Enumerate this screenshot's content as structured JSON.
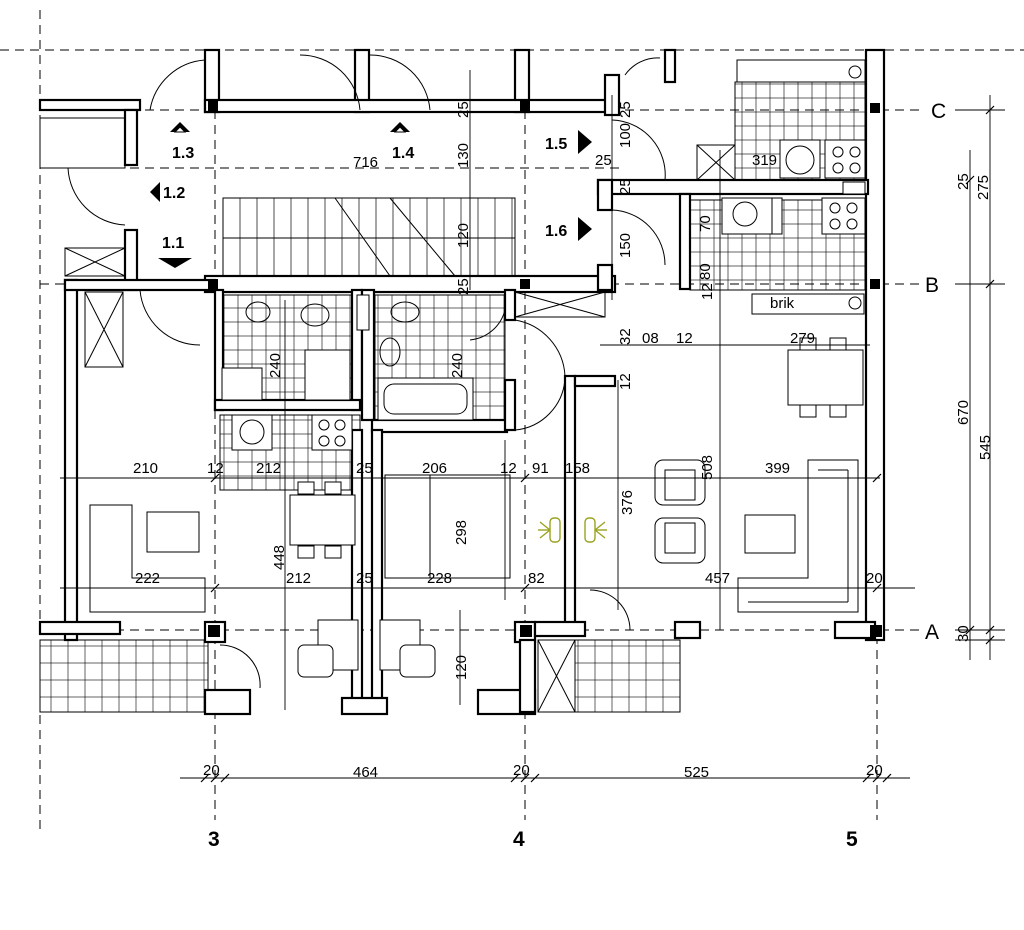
{
  "axes": {
    "rows": [
      "C",
      "B",
      "A"
    ],
    "cols": [
      "3",
      "4",
      "5"
    ]
  },
  "markers": [
    "1.1",
    "1.2",
    "1.3",
    "1.4",
    "1.5",
    "1.6"
  ],
  "dimensions": {
    "corridor_length": "716",
    "corridor_width": "130",
    "stair_width": "120",
    "d100": "100",
    "d150": "150",
    "d25a": "25",
    "d25b": "25",
    "d25c": "25",
    "d25d": "25",
    "d25e": "25",
    "d25f": "25",
    "d25g": "25",
    "d12a": "12",
    "d12b": "12",
    "d12c": "12",
    "d12d": "12",
    "d12e": "12",
    "d32": "32",
    "d08": "08",
    "d279": "279",
    "d70": "70",
    "d80": "80",
    "d319": "319",
    "d210": "210",
    "d212a": "212",
    "d206": "206",
    "d91": "91",
    "d158": "158",
    "d508": "508",
    "d399": "399",
    "d298": "298",
    "d376": "376",
    "d448": "448",
    "d222": "222",
    "d212b": "212",
    "d228": "228",
    "d82": "82",
    "d457": "457",
    "d20": "20",
    "d120": "120",
    "d240a": "240",
    "d240b": "240",
    "d464": "464",
    "d525": "525",
    "d20a": "20",
    "d20b": "20",
    "d20c": "20",
    "d670": "670",
    "d545": "545",
    "d275": "275",
    "d30": "30",
    "d25r": "25"
  },
  "labels": {
    "kitchen_label": "brik"
  },
  "colors": {
    "line": "#000000",
    "lamp": "#9aa21e",
    "background": "#ffffff"
  }
}
